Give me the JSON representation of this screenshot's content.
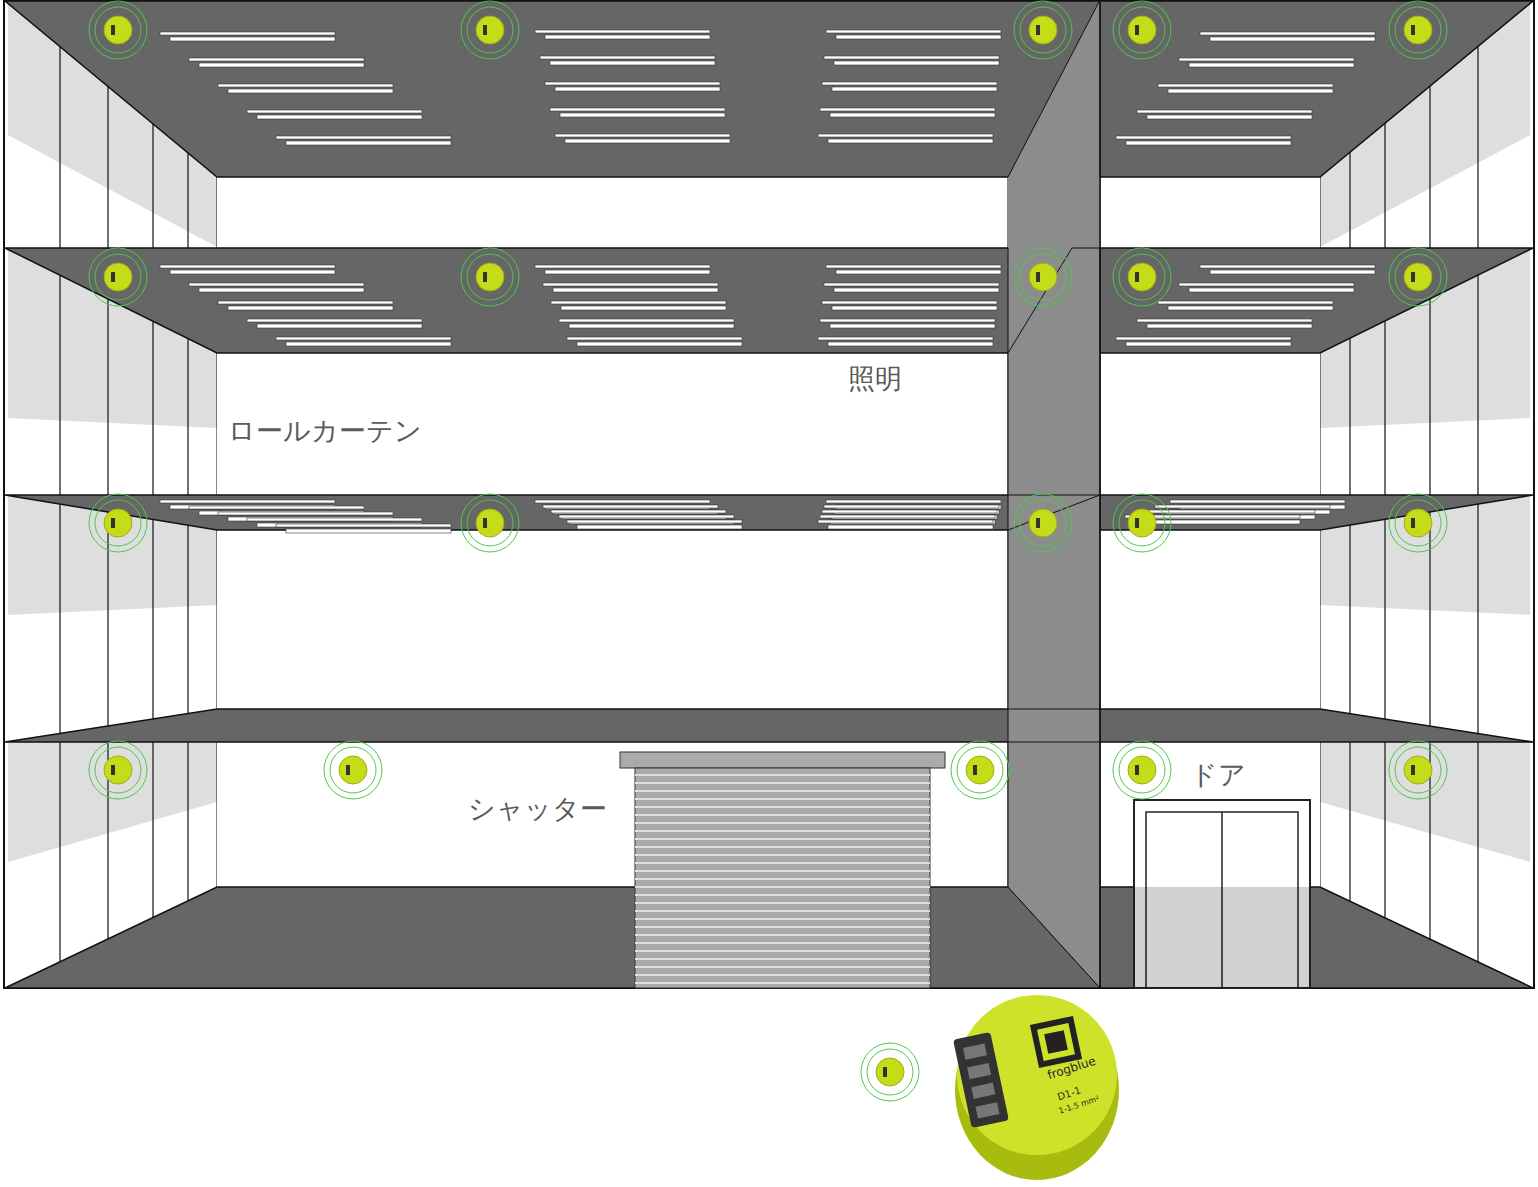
{
  "diagram": {
    "labels": [
      "ロールカーテン",
      "照明",
      "シャッター",
      "ドア",
      "frogblue",
      "D1-1",
      "1-1.5 mm²"
    ]
  }
}
